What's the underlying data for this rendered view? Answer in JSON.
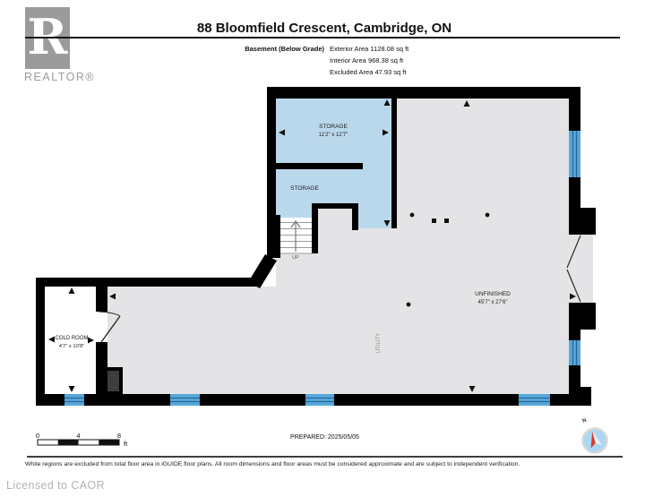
{
  "header": {
    "brand_letter": "R",
    "brand_name": "REALTOR®",
    "title": "88 Bloomfield Crescent, Cambridge, ON",
    "floor_label": "Basement (Below Grade)",
    "area_lines": [
      "Exterior Area 1128.08 sq ft",
      "Interior Area 968.38 sq ft",
      "Excluded Area 47.93 sq ft"
    ]
  },
  "plan": {
    "rooms": {
      "storage_upper": {
        "name": "STORAGE",
        "dims": "11'2\" x 12'7\""
      },
      "storage_lower": {
        "name": "STORAGE"
      },
      "cold_room": {
        "name": "COLD ROOM",
        "dims": "4'7\" x 10'8\""
      },
      "unfinished": {
        "name": "UNFINISHED",
        "dims": "45'7\" x 27'6\""
      },
      "utility": {
        "name": "UTILITY"
      }
    },
    "stairs_label": "UP"
  },
  "footer": {
    "scale_ticks": [
      "0",
      "4",
      "8"
    ],
    "scale_unit": "ft",
    "prepared": "PREPARED: 2025/05/05",
    "compass_label": "N",
    "disclaimer": "White regions are excluded from total floor area in iGUIDE floor plans. All room dimensions and floor areas must be considered approximate and are subject to independent verification.",
    "license": "Licensed to CAOR"
  },
  "colors": {
    "wall": "#000000",
    "floor_gray": "#E4E4E6",
    "storage_blue": "#BAD8EC",
    "window_blue": "#56A8DC",
    "window_line": "#2C6693",
    "excluded_white": "#FFFFFF",
    "stair_line": "#9a9a9a",
    "compass_blue": "#ABD7F4",
    "compass_red": "#D63B2F",
    "brand_gray": "#9B9B9B"
  }
}
